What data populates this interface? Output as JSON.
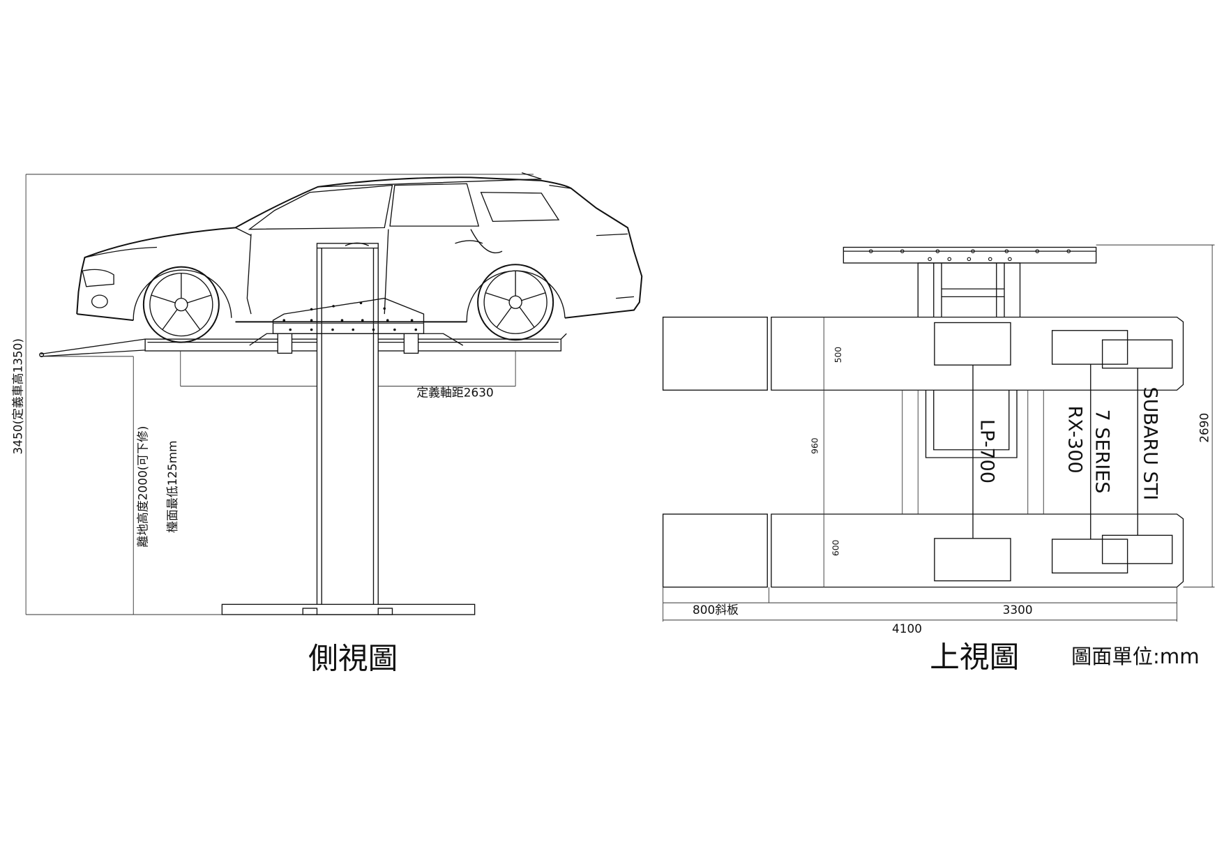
{
  "side_view": {
    "title": "側視圖",
    "total_height": "3450(定義車高1350)",
    "ground_clearance": "離地高度2000(可下修)",
    "platform_min": "檯面最低125mm",
    "wheelbase": "定義軸距2630"
  },
  "top_view": {
    "title": "上視圖",
    "unit_note": "圖面單位:mm",
    "dim_500": "500",
    "dim_960": "960",
    "dim_600": "600",
    "dim_2690": "2690",
    "ramp": "800斜板",
    "runway_length": "3300",
    "total_length": "4100",
    "models": [
      "LP-700",
      "7 SERIES",
      "RX-300",
      "SUBARU STI"
    ]
  }
}
